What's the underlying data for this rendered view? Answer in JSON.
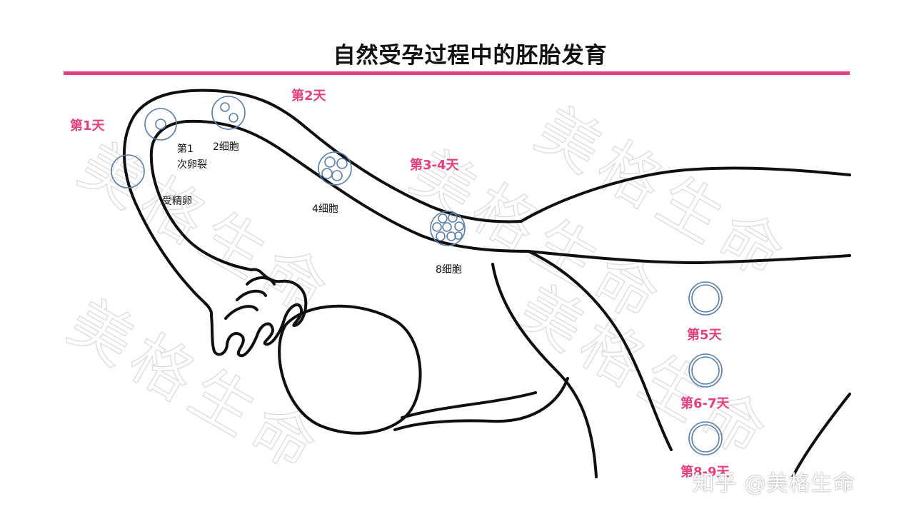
{
  "title": "自然受孕过程中的胚胎发育",
  "colors": {
    "accent": "#e3407f",
    "outline": "#0f0f0f",
    "cell": "#5b7ea8",
    "watermark": "#d9d9d9"
  },
  "watermark": {
    "text": "美格生命"
  },
  "day_labels": {
    "day1": "第1天",
    "day2": "第2天",
    "day3_4": "第3-4天",
    "day5": "第5天",
    "day6_7": "第6-7天",
    "day8_9": "第8-9天"
  },
  "stage_labels": {
    "first_cleavage_line1": "第1",
    "first_cleavage_line2": "次卵裂",
    "fertilized_egg": "受精卵",
    "two_cell": "2细胞",
    "four_cell": "4细胞",
    "eight_cell": "8细胞"
  },
  "footer": {
    "credit": "知乎 @美格生命"
  }
}
